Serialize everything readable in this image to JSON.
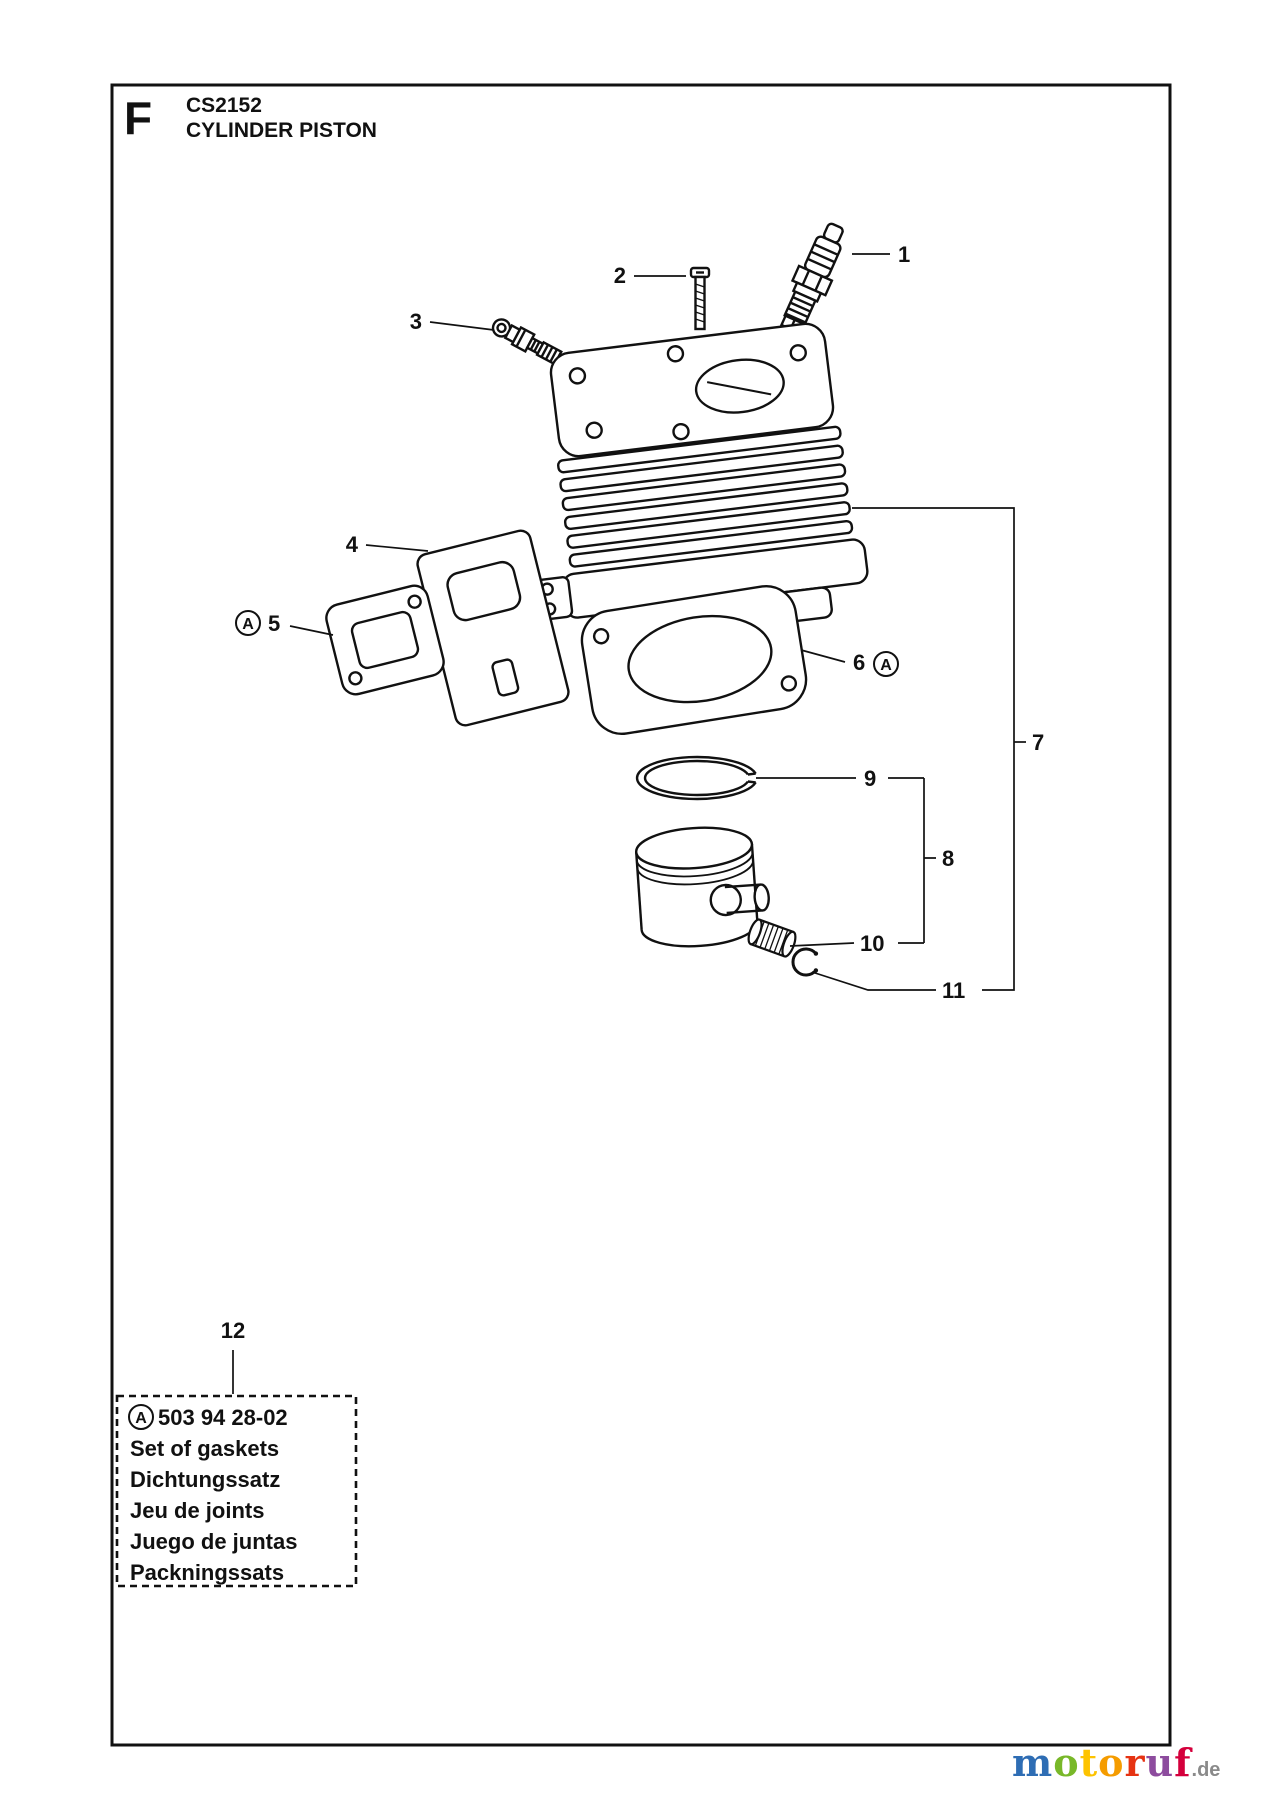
{
  "header": {
    "section_letter": "F",
    "model": "CS2152",
    "title": "CYLINDER PISTON"
  },
  "callouts": {
    "c1": "1",
    "c2": "2",
    "c3": "3",
    "c4": "4",
    "c5": "5",
    "c6": "6",
    "c7": "7",
    "c8": "8",
    "c9": "9",
    "c10": "10",
    "c11": "11",
    "c12": "12",
    "circled_a": "A"
  },
  "gasket_box": {
    "marker": "A",
    "part_number": "503 94 28-02",
    "lines": [
      "Set of gaskets",
      "Dichtungssatz",
      "Jeu de joints",
      "Juego de juntas",
      "Packningssats"
    ]
  },
  "watermark": {
    "letters": [
      {
        "ch": "m",
        "color": "#2e6db4"
      },
      {
        "ch": "o",
        "color": "#78b829"
      },
      {
        "ch": "t",
        "color": "#fdc300"
      },
      {
        "ch": "o",
        "color": "#f59c00"
      },
      {
        "ch": "r",
        "color": "#e63312"
      },
      {
        "ch": "u",
        "color": "#8d4c9e"
      },
      {
        "ch": "f",
        "color": "#d4003c"
      }
    ],
    "suffix": ".de"
  }
}
